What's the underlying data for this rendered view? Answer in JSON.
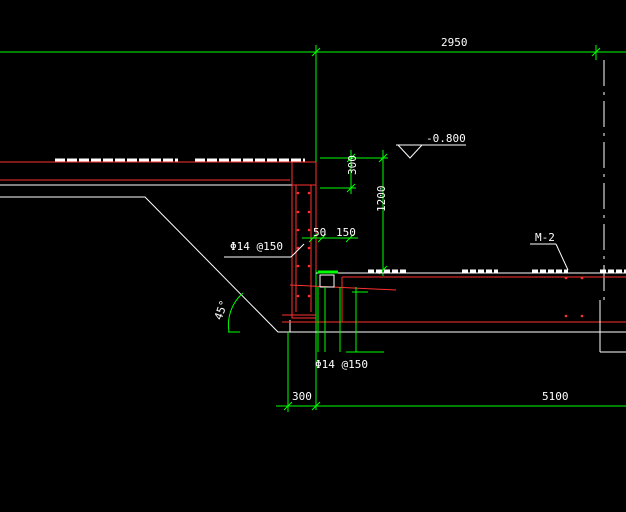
{
  "colors": {
    "background": "#000000",
    "dimension": "#00ff00",
    "structure": "#ff3030",
    "outline": "#ffffff",
    "text": "#ffffff",
    "highlight": "#00ff00"
  },
  "labels": {
    "dim_top_span": "2950",
    "elevation": "-0.800",
    "dim_slab_step": "300",
    "dim_wall_height": "1200",
    "dim_gap_50": "50",
    "dim_gap_150": "150",
    "rebar_wall": "Φ14 @150",
    "rebar_bottom": "Φ14 @150",
    "slope_angle": "45°",
    "mark_m2": "M-2",
    "dim_bottom_300": "300",
    "dim_bottom_span": "5100"
  }
}
